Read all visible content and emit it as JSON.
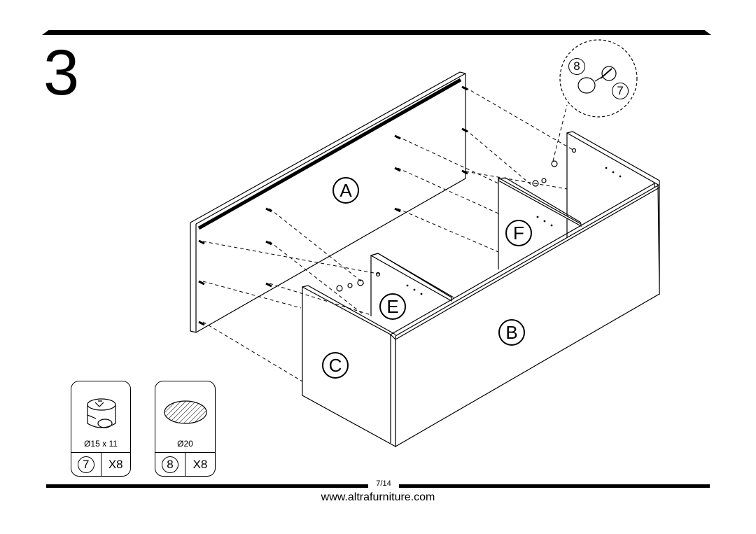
{
  "step": {
    "number": "3"
  },
  "parts": {
    "A": "A",
    "B": "B",
    "C": "C",
    "E": "E",
    "F": "F"
  },
  "callout": {
    "item_a": "8",
    "item_b": "7"
  },
  "hardware": [
    {
      "number": "7",
      "size": "Ø15 x 11",
      "quantity": "X8",
      "icon": "cam-lock-icon"
    },
    {
      "number": "8",
      "size": "Ø20",
      "quantity": "X8",
      "icon": "cover-cap-icon"
    }
  ],
  "footer": {
    "page": "7/14",
    "website": "www.altrafurniture.com"
  },
  "colors": {
    "line": "#000000",
    "background": "#ffffff"
  }
}
